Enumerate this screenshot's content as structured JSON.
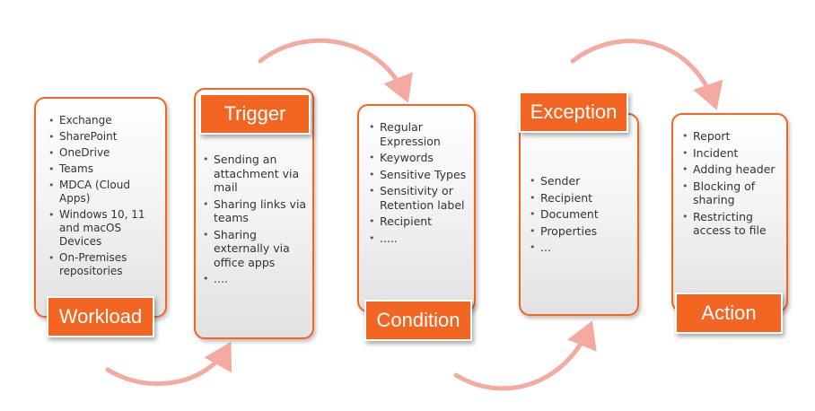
{
  "colors": {
    "accent": "#f26522",
    "arrow": "#f4aaa0",
    "card_fill": "#eeeeee",
    "label_text": "#ffffff"
  },
  "stages": {
    "workload": {
      "label": "Workload",
      "items": [
        "Exchange",
        "SharePoint",
        "OneDrive",
        "Teams",
        "MDCA (Cloud Apps)",
        "Windows 10, 11 and macOS Devices",
        "On-Premises repositories"
      ]
    },
    "trigger": {
      "label": "Trigger",
      "items": [
        "Sending an attachment via mail",
        "Sharing links via teams",
        "Sharing externally via office apps",
        "...."
      ]
    },
    "condition": {
      "label": "Condition",
      "items": [
        "Regular Expression",
        "Keywords",
        "Sensitive Types",
        "Sensitivity or Retention label",
        "Recipient",
        "....."
      ]
    },
    "exception": {
      "label": "Exception",
      "items": [
        "Sender",
        "Recipient",
        "Document",
        "Properties",
        "..."
      ]
    },
    "action": {
      "label": "Action",
      "items": [
        "Report",
        "Incident",
        "Adding header",
        "Blocking of sharing",
        "Restricting access to file"
      ]
    }
  }
}
